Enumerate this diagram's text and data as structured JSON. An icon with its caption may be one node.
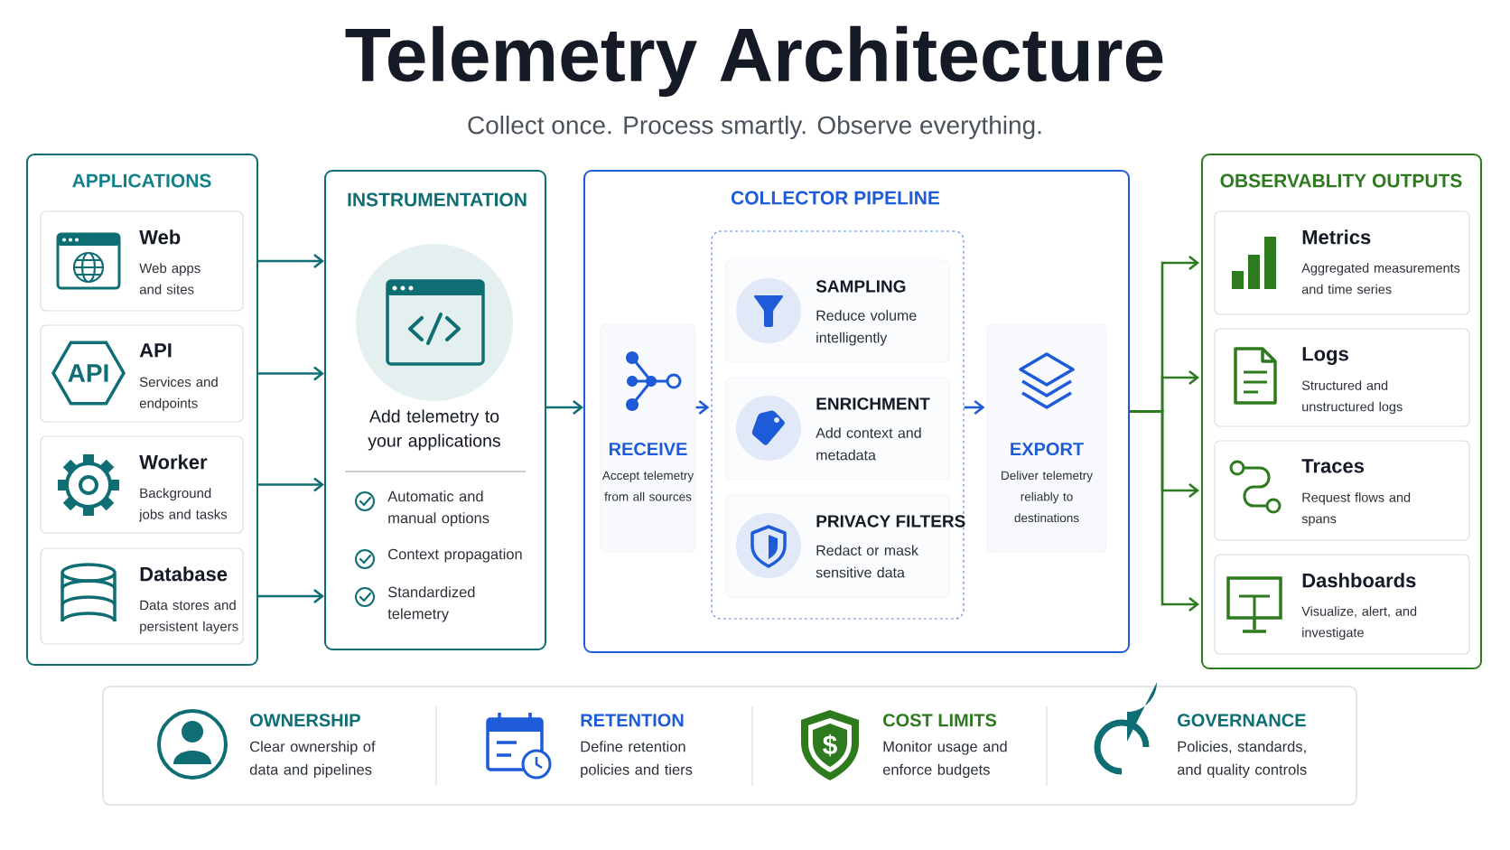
{
  "diagram": {
    "title": "Telemetry Architecture",
    "caption": "Collect once. Process smartly. Observe everything.",
    "nodes": [
      {
        "text": [
          "APPLICATIONS"
        ]
      },
      {
        "text": [
          "Web",
          "Web apps and sites"
        ],
        "in": 0
      },
      {
        "text": [
          "API",
          "Services and endpoints"
        ],
        "in": 0
      },
      {
        "text": [
          "Worker",
          "Background jobs and tasks"
        ],
        "in": 0
      },
      {
        "text": [
          "Database",
          "Data stores and persistent layers"
        ],
        "in": 0
      },
      {
        "text": [
          "INSTRUMENTATION",
          "Add telemetry to your applications",
          "Automatic and manual options",
          "Context propagation",
          "Standardized telemetry"
        ]
      },
      {
        "text": [
          "COLLECTOR PIPELINE"
        ]
      },
      {
        "text": [
          "RECEIVE",
          "Accept telemetry from all sources"
        ],
        "in": 6
      },
      {
        "text": [],
        "shape": "box",
        "in": 6
      },
      {
        "text": [
          "SAMPLING",
          "Reduce volume intelligently"
        ],
        "in": 8
      },
      {
        "text": [
          "ENRICHMENT",
          "Add context and metadata"
        ],
        "in": 8
      },
      {
        "text": [
          "PRIVACY FILTERS",
          "Redact or mask sensitive data"
        ],
        "in": 8
      },
      {
        "text": [
          "EXPORT",
          "Deliver telemetry reliably to destinations"
        ],
        "in": 6
      },
      {
        "text": [
          "OBSERVABLITY OUTPUTS"
        ]
      },
      {
        "text": [
          "Metrics",
          "Aggregated measurements and time series"
        ],
        "in": 13
      },
      {
        "text": [
          "Logs",
          "Structured and unstructured logs"
        ],
        "in": 13
      },
      {
        "text": [
          "Traces",
          "Request flows and spans"
        ],
        "in": 13
      },
      {
        "text": [
          "Dashboards",
          "Visualize, alert, and investigate"
        ],
        "in": 13
      },
      {
        "text": [
          "OWNERSHIP",
          "Clear ownership of data and pipelines",
          "RETENTION",
          "Define retention policies and tiers",
          "COST LIMITS",
          "Monitor usage and enforce budgets",
          "GOVERNANCE",
          "Policies, standards, and quality controls"
        ]
      }
    ],
    "edges": [
      {
        "from": 1,
        "to": 5,
        "arrow": "to"
      },
      {
        "from": 2,
        "to": 5,
        "arrow": "to"
      },
      {
        "from": 3,
        "to": 5,
        "arrow": "to"
      },
      {
        "from": 4,
        "to": 5,
        "arrow": "to"
      },
      {
        "from": 5,
        "to": 6,
        "arrow": "to"
      },
      {
        "from": 7,
        "to": 8,
        "arrow": "to",
        "color": "#1e5bd8"
      },
      {
        "from": 8,
        "to": 12,
        "arrow": "to",
        "color": "#1e5bd8"
      },
      {
        "from": 6,
        "to": 14,
        "arrow": "to",
        "color": "#2e7a1e"
      },
      {
        "from": 6,
        "to": 15,
        "arrow": "to",
        "color": "#2e7a1e"
      },
      {
        "from": 6,
        "to": 16,
        "arrow": "to",
        "color": "#2e7a1e"
      },
      {
        "from": 6,
        "to": 17,
        "arrow": "to",
        "color": "#2e7a1e"
      }
    ],
    "labels": [
      "API",
      "$"
    ]
  }
}
